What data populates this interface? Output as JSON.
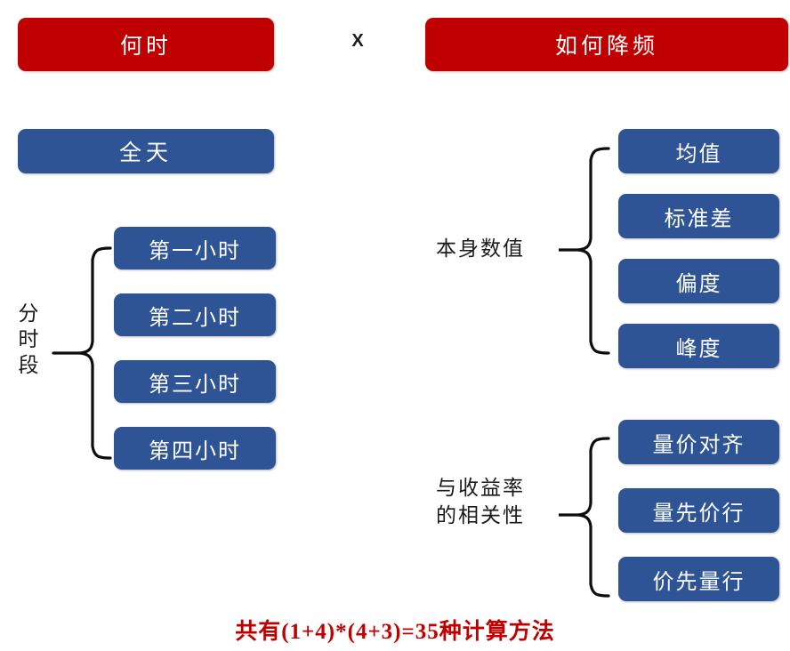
{
  "header": {
    "left_title": "何时",
    "operator": "X",
    "right_title": "如何降频"
  },
  "left_column": {
    "all_day": "全天",
    "group_label": "分时段",
    "hours": [
      "第一小时",
      "第二小时",
      "第三小时",
      "第四小时"
    ]
  },
  "right_column": {
    "groups": [
      {
        "label": "本身数值",
        "items": [
          "均值",
          "标准差",
          "偏度",
          "峰度"
        ]
      },
      {
        "label": "与收益率\n的相关性",
        "items": [
          "量价对齐",
          "量先价行",
          "价先量行"
        ]
      }
    ]
  },
  "footer": {
    "summary": "共有(1+4)*(4+3)=35种计算方法"
  },
  "colors": {
    "red": "#C00000",
    "blue": "#2E5496",
    "text": "#1a1a1a",
    "background": "#FFFFFF"
  }
}
